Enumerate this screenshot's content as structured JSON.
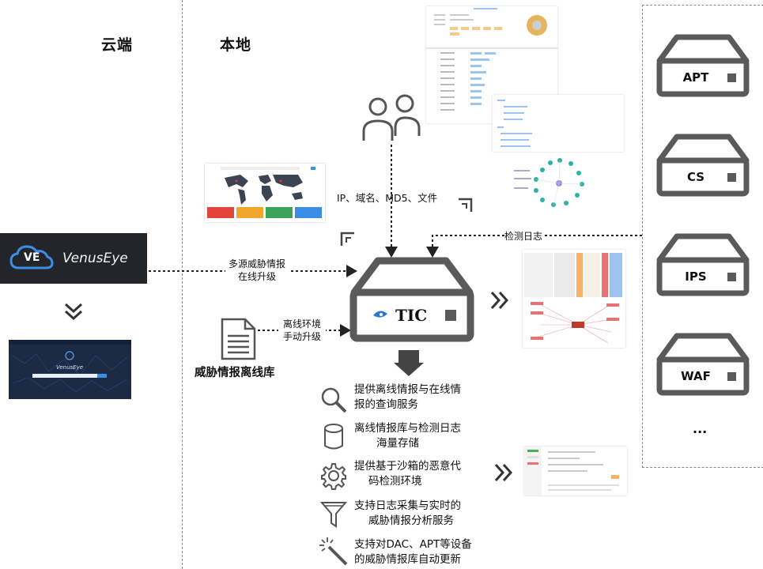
{
  "headers": {
    "cloud": "云端",
    "local": "本地"
  },
  "venuseye": {
    "logo_text": "VenusEye",
    "logo_letters": "VE"
  },
  "center": {
    "device_label": "TIC"
  },
  "offline_library": {
    "label": "威胁情报离线库"
  },
  "annotations": {
    "online_line1": "多源威胁情报",
    "online_line2": "在线升级",
    "offline_line1": "离线环境",
    "offline_line2": "手动升级",
    "query_types": "IP、域名、MD5、文件",
    "detection_log": "检测日志"
  },
  "features": [
    {
      "icon": "magnifier-icon",
      "line1": "提供离线情报与在线情",
      "line2": "报的查询服务"
    },
    {
      "icon": "database-icon",
      "line1": "离线情报库与检测日志",
      "line2": "海量存储"
    },
    {
      "icon": "gear-icon",
      "line1": "提供基于沙箱的恶意代",
      "line2": "码检测环境"
    },
    {
      "icon": "funnel-icon",
      "line1": "支持日志采集与实时的",
      "line2": "威胁情报分析服务"
    },
    {
      "icon": "magic-wand-icon",
      "line1": "支持对DAC、APT等设备",
      "line2": "的威胁情报库自动更新"
    }
  ],
  "devices": [
    {
      "label": "APT"
    },
    {
      "label": "CS"
    },
    {
      "label": "IPS"
    },
    {
      "label": "WAF"
    }
  ],
  "devices_more": "...",
  "colors": {
    "device_stroke": "#5a5a5a",
    "venuseye_bg": "#22262b",
    "venuseye_accent": "#3a8ee6",
    "arrow": "#333333"
  }
}
